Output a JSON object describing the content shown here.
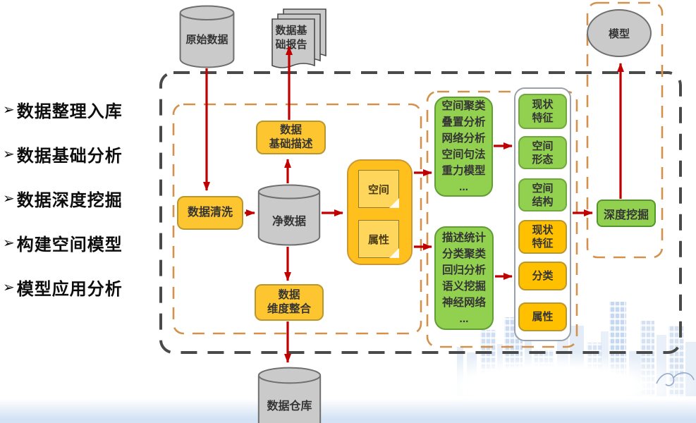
{
  "palette": {
    "red": "#c00000",
    "yellow": "#fdc52f",
    "container-yellow": "#ffc01e",
    "green": "#92d050",
    "gray-fill": "#cacaca",
    "orange-dash": "#d2914d",
    "outer-dash": "#4a4a4a",
    "sky": "#c7d9f0"
  },
  "bullets": {
    "marker": "➢",
    "items": [
      "数据整理入库",
      "数据基础分析",
      "数据深度挖掘",
      "构建空间模型",
      "模型应用分析"
    ]
  },
  "nodes": {
    "raw_data": "原始数据",
    "report": "数据基础报告",
    "basic_describe": "数据\n基础描述",
    "clean": "数据清洗",
    "net_data": "净数据",
    "integrate": "数据\n维度整合",
    "warehouse": "数据仓库",
    "doc_spatial": "空间",
    "doc_attribute": "属性",
    "methods_spatial": "空间聚类\n叠置分析\n网络分析\n空间句法\n重力模型\n...",
    "methods_attribute": "描述统计\n分类聚类\n回归分析\n语义挖掘\n神经网络\n...",
    "features": [
      "现状\n特征",
      "空间\n形态",
      "空间\n结构",
      "现状\n特征",
      "分类",
      "属性"
    ],
    "deep_mining": "深度挖掘",
    "model": "模型"
  },
  "edges": [
    {
      "from": "原始数据",
      "to": "数据清洗"
    },
    {
      "from": "数据清洗",
      "to": "净数据"
    },
    {
      "from": "净数据",
      "to": "数据基础描述"
    },
    {
      "from": "数据基础描述",
      "to": "数据基础报告"
    },
    {
      "from": "净数据",
      "to": "数据维度整合"
    },
    {
      "from": "数据维度整合",
      "to": "数据仓库"
    },
    {
      "from": "净数据",
      "to": "空间/属性"
    },
    {
      "from": "空间",
      "to": "空间分析方法"
    },
    {
      "from": "属性",
      "to": "属性分析方法"
    },
    {
      "from": "空间分析方法",
      "to": "空间形态"
    },
    {
      "from": "属性分析方法",
      "to": "分类"
    },
    {
      "from": "特征结果",
      "to": "深度挖掘"
    },
    {
      "from": "深度挖掘",
      "to": "模型"
    }
  ]
}
